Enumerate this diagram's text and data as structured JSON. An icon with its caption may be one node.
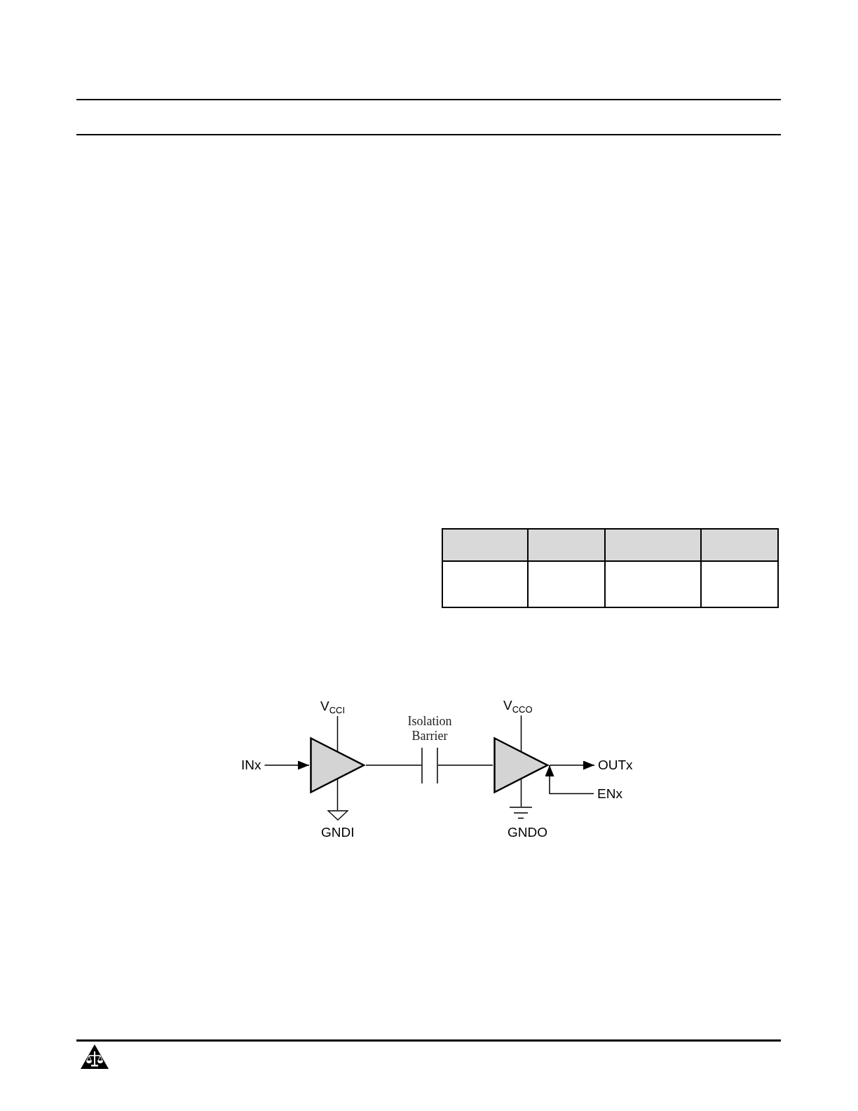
{
  "diagram": {
    "nodes": [
      {
        "text": [
          "INx"
        ]
      },
      {
        "text": [],
        "shape": "triangle"
      },
      {
        "text": [
          "V$_{CCI}$"
        ]
      },
      {
        "text": [],
        "shape": "ground",
        "beside": [
          "GNDI"
        ]
      },
      {
        "text": [],
        "shape": "capacitor",
        "beside": [
          "Isolation Barrier"
        ]
      },
      {
        "text": [],
        "shape": "triangle"
      },
      {
        "text": [
          "V$_{CCO}$"
        ]
      },
      {
        "text": [],
        "shape": "ground",
        "beside": [
          "GNDO"
        ]
      },
      {
        "text": [
          "OUTx"
        ]
      },
      {
        "text": [
          "ENx"
        ]
      }
    ],
    "edges": [
      {
        "from": 0,
        "to": 1,
        "arrow": "to"
      },
      {
        "from": 2,
        "to": 1,
        "arrow": "none"
      },
      {
        "from": 1,
        "to": 3,
        "arrow": "none"
      },
      {
        "from": 1,
        "to": 4,
        "arrow": "none"
      },
      {
        "from": 4,
        "to": 5,
        "arrow": "none"
      },
      {
        "from": 6,
        "to": 5,
        "arrow": "none"
      },
      {
        "from": 5,
        "to": 7,
        "arrow": "none"
      },
      {
        "from": 5,
        "to": 8,
        "arrow": "to"
      },
      {
        "from": 9,
        "to": 5,
        "arrow": "to"
      }
    ]
  }
}
